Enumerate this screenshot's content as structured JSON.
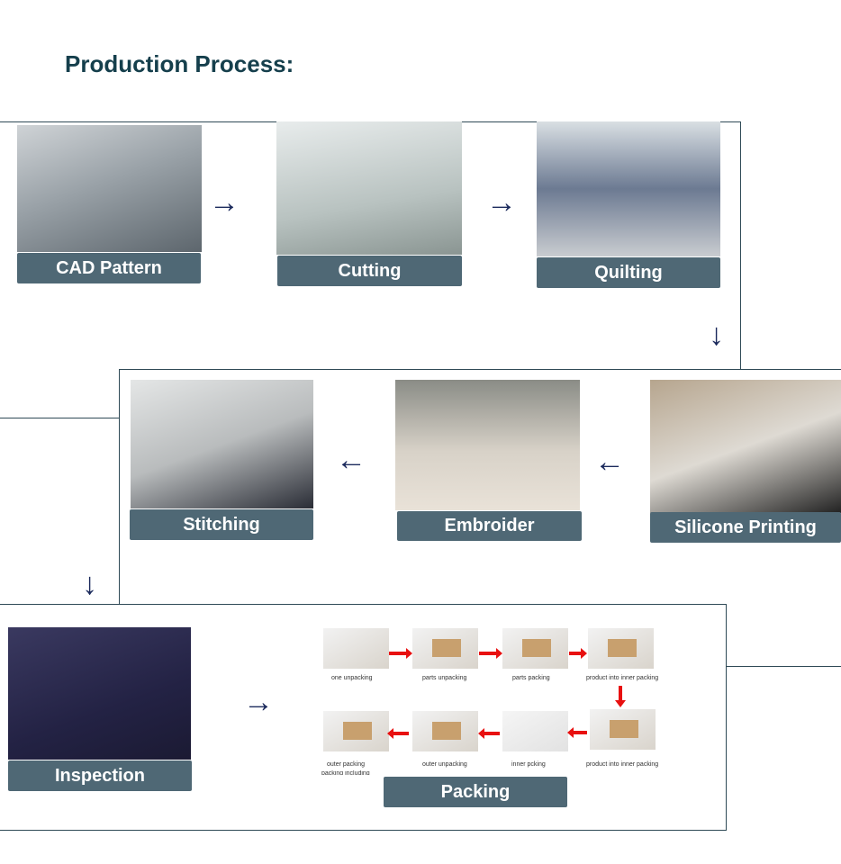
{
  "title": "Production Process:",
  "steps": {
    "cad": "CAD Pattern",
    "cutting": "Cutting",
    "quilting": "Quilting",
    "silicone": "Silicone Printing",
    "embroider": "Embroider",
    "stitching": "Stitching",
    "inspection": "Inspection",
    "packing": "Packing"
  },
  "packing_steps": [
    "one unpacking",
    "parts  unpacking",
    "parts packing",
    "product into inner  packing",
    "product into inner  packing",
    "inner pcking",
    "outer  unpacking",
    "outer  packing"
  ],
  "packing_note": "packing including",
  "colors": {
    "title": "#153f4c",
    "label_bg": "#4f6875",
    "arrow": "#1b2a5c",
    "packing_arrow": "#e81010"
  },
  "icons": {
    "flow_arrow": "arrow-icon"
  }
}
